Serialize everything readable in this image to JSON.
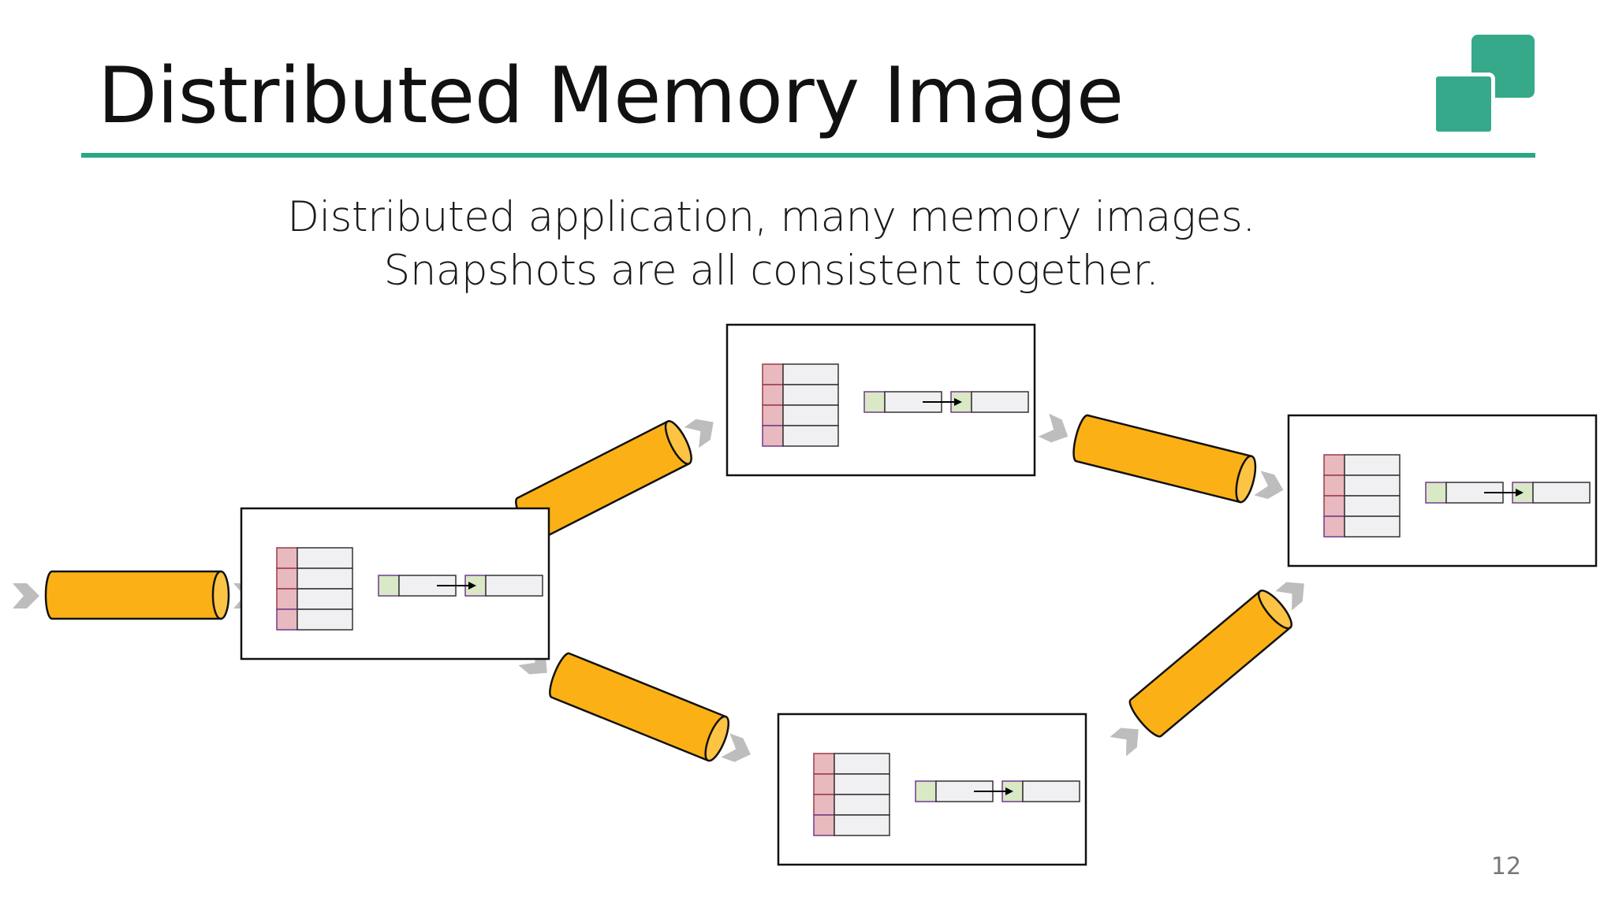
{
  "slide": {
    "title": "Distributed Memory Image",
    "subtitle_lines": [
      "Distributed application, many memory images.",
      "Snapshots are all consistent together."
    ],
    "page_number": "12"
  },
  "colors": {
    "accent": "#2aa886",
    "logo": "#35a98a",
    "pipe": "#fbb116",
    "arrow": "#bdbdbd",
    "key_red": "#e8b9bf",
    "key_green": "#d9e8c5",
    "cell": "#f0f0f3"
  },
  "diagram": {
    "nodes": [
      "memory-image-1",
      "memory-image-2",
      "memory-image-3",
      "memory-image-4"
    ],
    "pipes": [
      "input-pipe",
      "pipe-1-to-2",
      "pipe-1-to-3",
      "pipe-2-to-4",
      "pipe-3-to-4"
    ]
  }
}
